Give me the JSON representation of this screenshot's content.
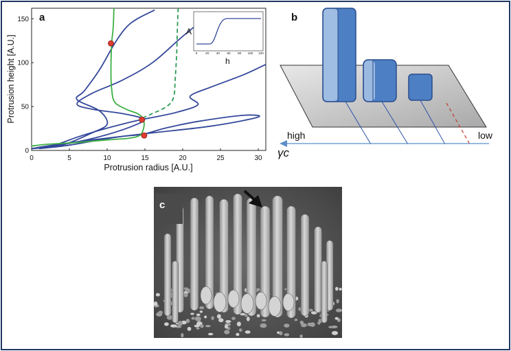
{
  "figure": {
    "panel_a": {
      "label": "a",
      "chart_data": {
        "type": "line",
        "xlabel": "Protrusion radius [A.U.]",
        "ylabel": "Protrusion height [A.U.]",
        "xlim": [
          0,
          31
        ],
        "ylim": [
          0,
          162
        ],
        "xticks": [
          "0",
          "5",
          "10",
          "15",
          "20",
          "25",
          "30"
        ],
        "yticks": [
          "0",
          "50",
          "100",
          "150"
        ],
        "series": [
          {
            "color": "#34489a",
            "style": "solid",
            "points": [
              [
                1,
                2
              ],
              [
                5,
                6
              ],
              [
                9,
                12
              ],
              [
                12,
                16
              ],
              [
                14.5,
                18
              ],
              [
                15.5,
                20
              ],
              [
                18,
                26
              ],
              [
                22,
                33
              ],
              [
                28,
                40
              ],
              [
                30,
                38
              ],
              [
                24,
                28
              ],
              [
                16,
                20
              ],
              [
                8,
                12
              ],
              [
                2,
                5
              ],
              [
                0,
                2
              ]
            ]
          },
          {
            "color": "#34489a",
            "style": "solid",
            "points": [
              [
                0,
                2
              ],
              [
                5,
                8
              ],
              [
                10,
                18
              ],
              [
                14,
                30
              ],
              [
                14.8,
                36
              ],
              [
                12,
                42
              ],
              [
                8,
                47
              ],
              [
                6,
                53
              ],
              [
                8,
                65
              ],
              [
                12,
                80
              ],
              [
                16,
                100
              ],
              [
                20,
                130
              ],
              [
                24,
                158
              ]
            ]
          },
          {
            "color": "#34489a",
            "style": "solid",
            "points": [
              [
                0,
                2
              ],
              [
                3,
                6
              ],
              [
                6,
                15
              ],
              [
                9,
                23
              ],
              [
                12,
                30
              ],
              [
                14.5,
                35
              ],
              [
                19,
                43
              ],
              [
                22,
                52
              ],
              [
                21,
                62
              ],
              [
                24,
                73
              ],
              [
                28,
                86
              ],
              [
                31,
                98
              ]
            ]
          },
          {
            "color": "#34489a",
            "style": "solid",
            "points": [
              [
                0,
                2
              ],
              [
                4,
                6
              ],
              [
                8,
                20
              ],
              [
                10,
                30
              ],
              [
                9,
                45
              ],
              [
                6,
                58
              ],
              [
                7,
                68
              ],
              [
                9,
                92
              ],
              [
                11,
                122
              ],
              [
                12.5,
                140
              ],
              [
                14,
                150
              ],
              [
                16.3,
                160
              ]
            ]
          },
          {
            "color": "#3cb043",
            "style": "solid",
            "points": [
              [
                0,
                5
              ],
              [
                2,
                7
              ],
              [
                6,
                9
              ],
              [
                10,
                12
              ],
              [
                13,
                14
              ],
              [
                14.3,
                17
              ],
              [
                14.7,
                22
              ],
              [
                14.9,
                30
              ],
              [
                14.7,
                37
              ],
              [
                14,
                42
              ],
              [
                12.5,
                47
              ],
              [
                11,
                55
              ],
              [
                10.6,
                70
              ],
              [
                10.5,
                90
              ],
              [
                10.6,
                122
              ],
              [
                10.8,
                140
              ],
              [
                10.9,
                162
              ]
            ]
          },
          {
            "color": "#2e9a55",
            "style": "dashed",
            "points": [
              [
                14.7,
                37
              ],
              [
                16,
                42
              ],
              [
                17.5,
                48
              ],
              [
                18.5,
                55
              ],
              [
                18.9,
                65
              ],
              [
                19,
                80
              ],
              [
                19.2,
                110
              ],
              [
                19.3,
                140
              ],
              [
                19.4,
                162
              ]
            ]
          }
        ],
        "markers": [
          [
            10.5,
            122
          ],
          [
            14.6,
            35
          ],
          [
            14.9,
            17
          ]
        ]
      },
      "inset": {
        "ylabel": "A",
        "xlabel": "h",
        "xticks": [
          "0",
          "20",
          "40",
          "60",
          "80",
          "100",
          "120"
        ]
      }
    },
    "panel_b": {
      "label": "b",
      "axis_high": "high",
      "axis_low": "low",
      "axis_symbol": "γc"
    },
    "panel_c": {
      "label": "c"
    }
  }
}
